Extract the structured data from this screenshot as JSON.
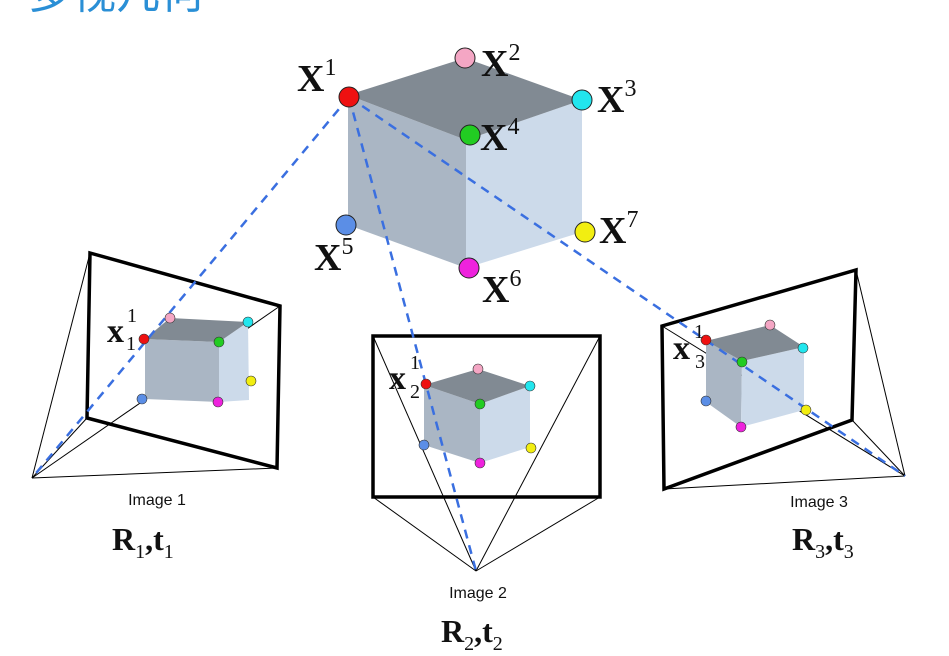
{
  "header": {
    "title": "多视几何"
  },
  "world_points": [
    {
      "base": "X",
      "sup": "1",
      "color": "#ee1111"
    },
    {
      "base": "X",
      "sup": "2",
      "color": "#f4a6c4"
    },
    {
      "base": "X",
      "sup": "3",
      "color": "#22e6ee"
    },
    {
      "base": "X",
      "sup": "4",
      "color": "#22cc22"
    },
    {
      "base": "X",
      "sup": "5",
      "color": "#5b8ee6"
    },
    {
      "base": "X",
      "sup": "6",
      "color": "#ee22dd"
    },
    {
      "base": "X",
      "sup": "7",
      "color": "#f2ee11"
    }
  ],
  "cameras": [
    {
      "image_label": "Image 1",
      "proj_base": "x",
      "proj_sup": "1",
      "proj_sub": "1",
      "pose_R": "R",
      "pose_R_sub": "1",
      "pose_sep": ",",
      "pose_t": "t",
      "pose_t_sub": "1"
    },
    {
      "image_label": "Image 2",
      "proj_base": "x",
      "proj_sup": "1",
      "proj_sub": "2",
      "pose_R": "R",
      "pose_R_sub": "2",
      "pose_sep": ",",
      "pose_t": "t",
      "pose_t_sub": "2"
    },
    {
      "image_label": "Image 3",
      "proj_base": "x",
      "proj_sup": "1",
      "proj_sub": "3",
      "pose_R": "R",
      "pose_R_sub": "3",
      "pose_sep": ",",
      "pose_t": "t",
      "pose_t_sub": "3"
    }
  ],
  "colors": {
    "ray": "#3a6fe0",
    "cube_top": "#7f8890",
    "cube_front": "#aab8c8",
    "cube_side": "#ccdaea",
    "title": "#2a8fd6"
  }
}
